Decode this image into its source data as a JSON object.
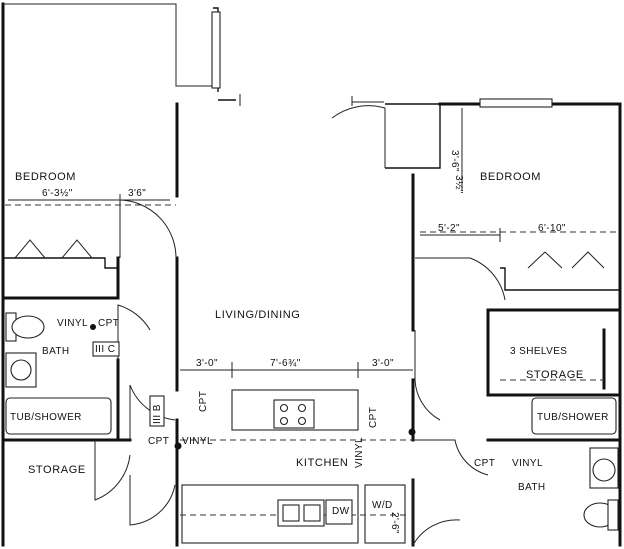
{
  "labels": {
    "bedroom_left": "BEDROOM",
    "bedroom_right": "BEDROOM",
    "living_dining": "LIVING/DINING",
    "kitchen": "KITCHEN",
    "bath_left": "BATH",
    "bath_right": "BATH",
    "storage_left": "STORAGE",
    "storage_right": "STORAGE",
    "tub_left": "TUB/SHOWER",
    "tub_right": "TUB/SHOWER",
    "shelves": "3 SHELVES",
    "dw": "DW",
    "wd": "W/D"
  },
  "dimensions": {
    "left_closet_width": "6'-3½\"",
    "left_door_width": "3'6\"",
    "right_closet_left": "5'-2\"",
    "right_closet_right": "6'-10\"",
    "right_top_depth": "3'-6\"",
    "right_top_small": "3½\"",
    "kitchen_left": "3'-0\"",
    "kitchen_center": "7'-6¾\"",
    "kitchen_right": "3'-0\"",
    "wd_depth": "2'-6\""
  },
  "flooring": {
    "vinyl_bath_left": "VINYL",
    "cpt_bath_left": "CPT",
    "cpt_hall": "CPT",
    "vinyl_hall": "VINYL",
    "cpt_kitchen_vertical": "CPT",
    "vinyl_kitchen": "VINYL",
    "cpt_kitchen_right": "CPT",
    "cpt_bath_right": "CPT",
    "vinyl_bath_right": "VINYL"
  },
  "marks": {
    "hvac_left": "III C",
    "hvac_hall": "III B"
  }
}
